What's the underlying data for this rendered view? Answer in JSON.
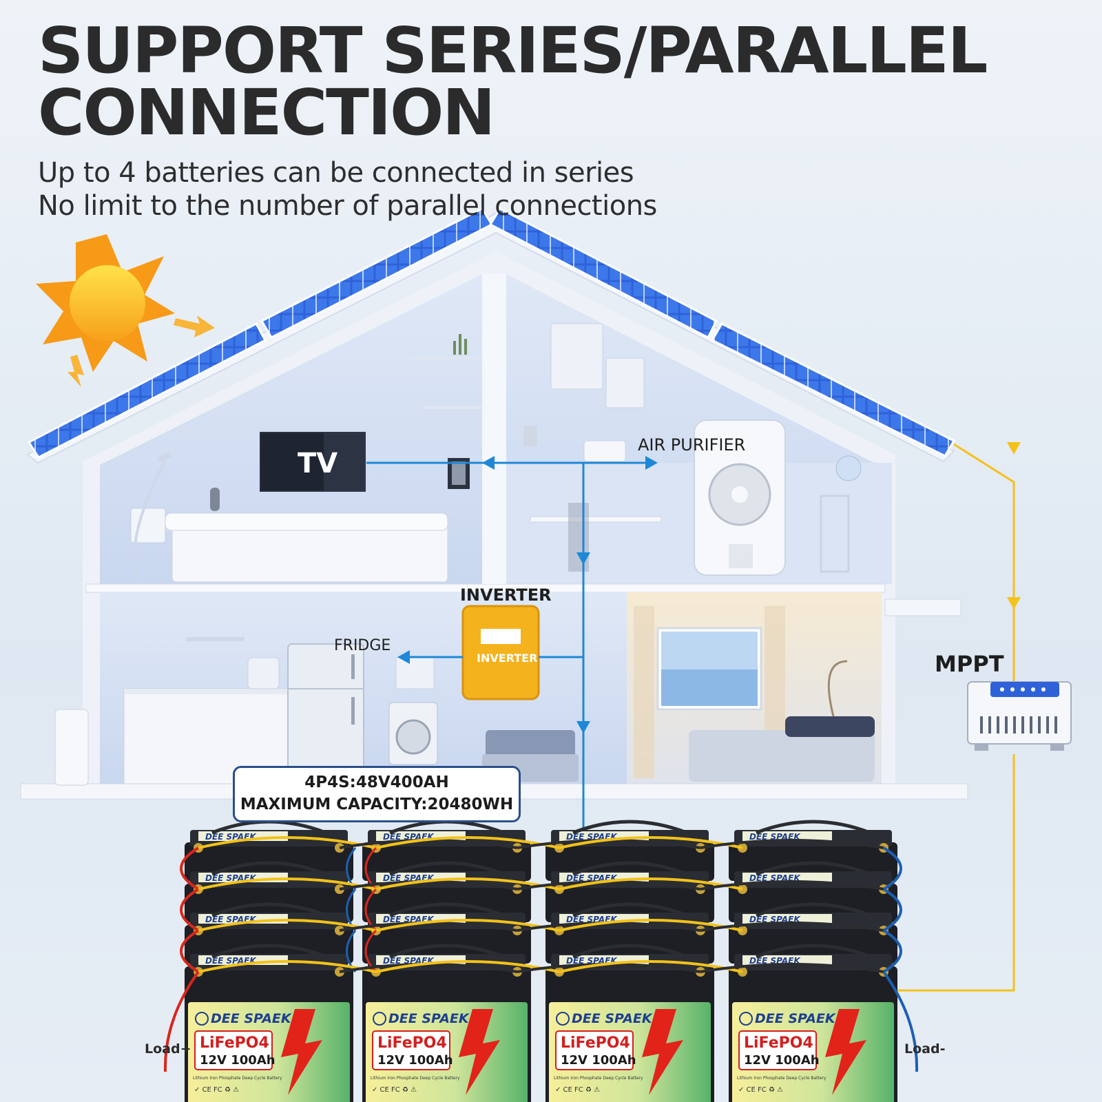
{
  "headline": {
    "line1": "SUPPORT SERIES/PARALLEL",
    "line2": "CONNECTION"
  },
  "subtitle": {
    "line1": "Up to 4 batteries can be connected in series",
    "line2": "No limit to the number of parallel connections"
  },
  "labels": {
    "tv": "TV",
    "air_purifier": "AIR PURIFIER",
    "fridge": "FRIDGE",
    "inverter_title": "INVERTER",
    "inverter_device": "INVERTER",
    "mppt": "MPPT",
    "load_plus": "Load+",
    "load_minus": "Load-"
  },
  "spec_box": {
    "config": "4P4S:48V400AH",
    "capacity": "MAXIMUM CAPACITY:20480WH"
  },
  "battery": {
    "brand": "DEE SPAEK",
    "chemistry": "LiFePO4",
    "rating": "12V 100Ah",
    "description": "Lithium Iron Phosphate Deep Cycle Battery",
    "cert_marks": "✓ CE FC ♻ ⚠",
    "columns": 4,
    "rows": 4
  },
  "colors": {
    "wire_positive": "#d9261c",
    "wire_negative": "#1d5fb0",
    "wire_series": "#f2c21b",
    "wire_solar": "#f4c21a",
    "flow_line": "#1e88d6",
    "inverter_body": "#f4b21c",
    "solar_panel": "#2f62d9",
    "sun": "#f8a21a"
  },
  "icons": [
    "sun-icon",
    "solar-panel-icon",
    "tv-icon",
    "air-purifier-icon",
    "fridge-icon",
    "inverter-icon",
    "mppt-controller-icon",
    "battery-icon"
  ]
}
